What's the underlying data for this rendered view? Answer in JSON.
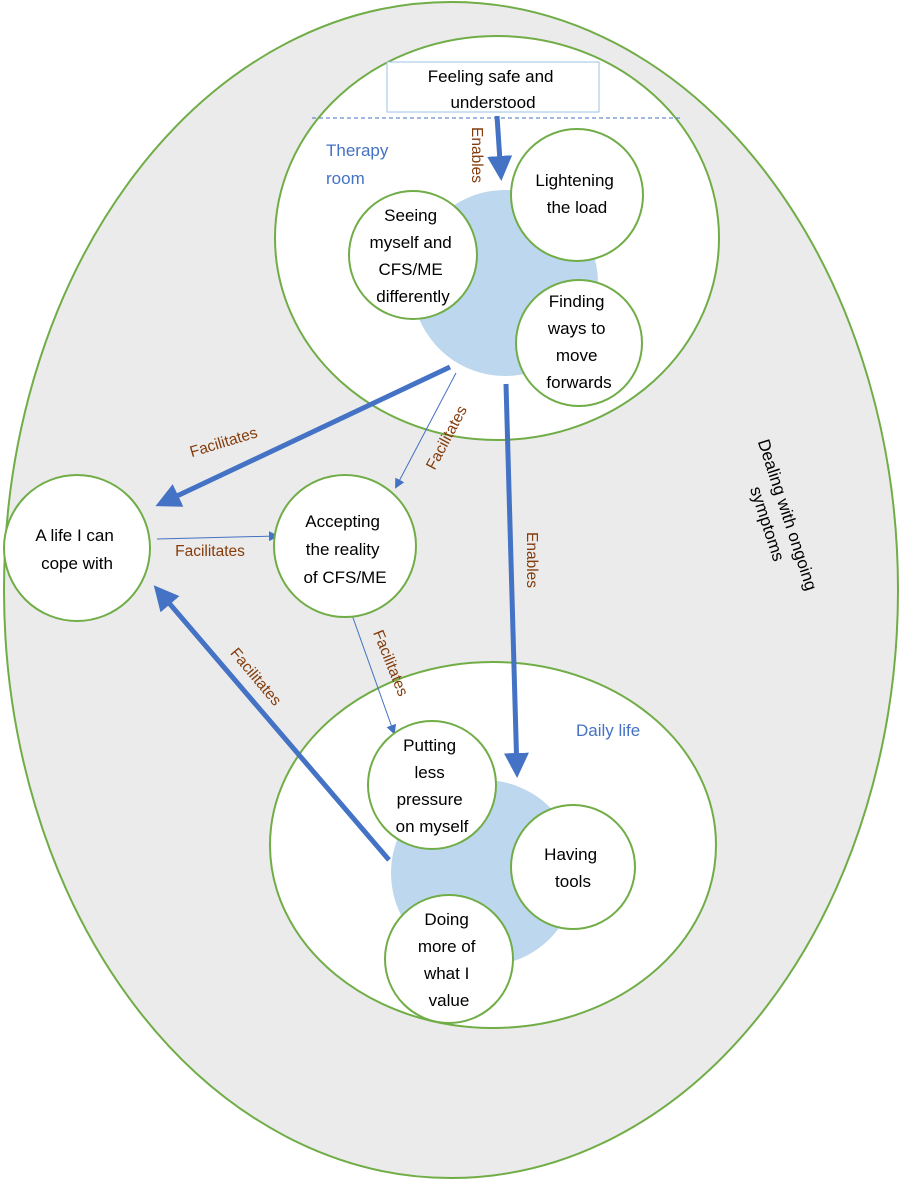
{
  "diagram": {
    "outer_label": [
      "Dealing with ongoing",
      "symptoms"
    ],
    "regions": {
      "therapy_room": [
        "Therapy",
        "room"
      ],
      "daily_life": [
        "Daily life"
      ]
    },
    "top_box": [
      "Feeling safe and",
      "understood"
    ],
    "nodes": {
      "lightening": [
        "Lightening",
        "the load"
      ],
      "seeing": [
        "Seeing",
        "myself and",
        "CFS/ME",
        "differently"
      ],
      "finding": [
        "Finding",
        "ways to",
        "move",
        "forwards"
      ],
      "life": [
        "A life I can",
        "cope with"
      ],
      "accepting": [
        "Accepting",
        "the reality",
        "of CFS/ME"
      ],
      "putting": [
        "Putting",
        "less",
        "pressure",
        "on myself"
      ],
      "tools": [
        "Having",
        "tools"
      ],
      "doing": [
        "Doing",
        "more of",
        "what I",
        "value"
      ]
    },
    "edge_labels": {
      "top_enables": "Enables",
      "therapy_to_life": "Facilitates",
      "therapy_to_accepting": "Facilitates",
      "life_to_accepting": "Facilitates",
      "therapy_to_daily": "Enables",
      "accepting_to_daily": "Facilitates",
      "daily_to_life": "Facilitates"
    },
    "colors": {
      "outer_fill": "#ebebeb",
      "circle_stroke": "#70ad47",
      "arrow": "#4472c4",
      "blob": "#bdd7ee",
      "edge_label": "#843c0c",
      "region_label": "#4472c4"
    }
  }
}
